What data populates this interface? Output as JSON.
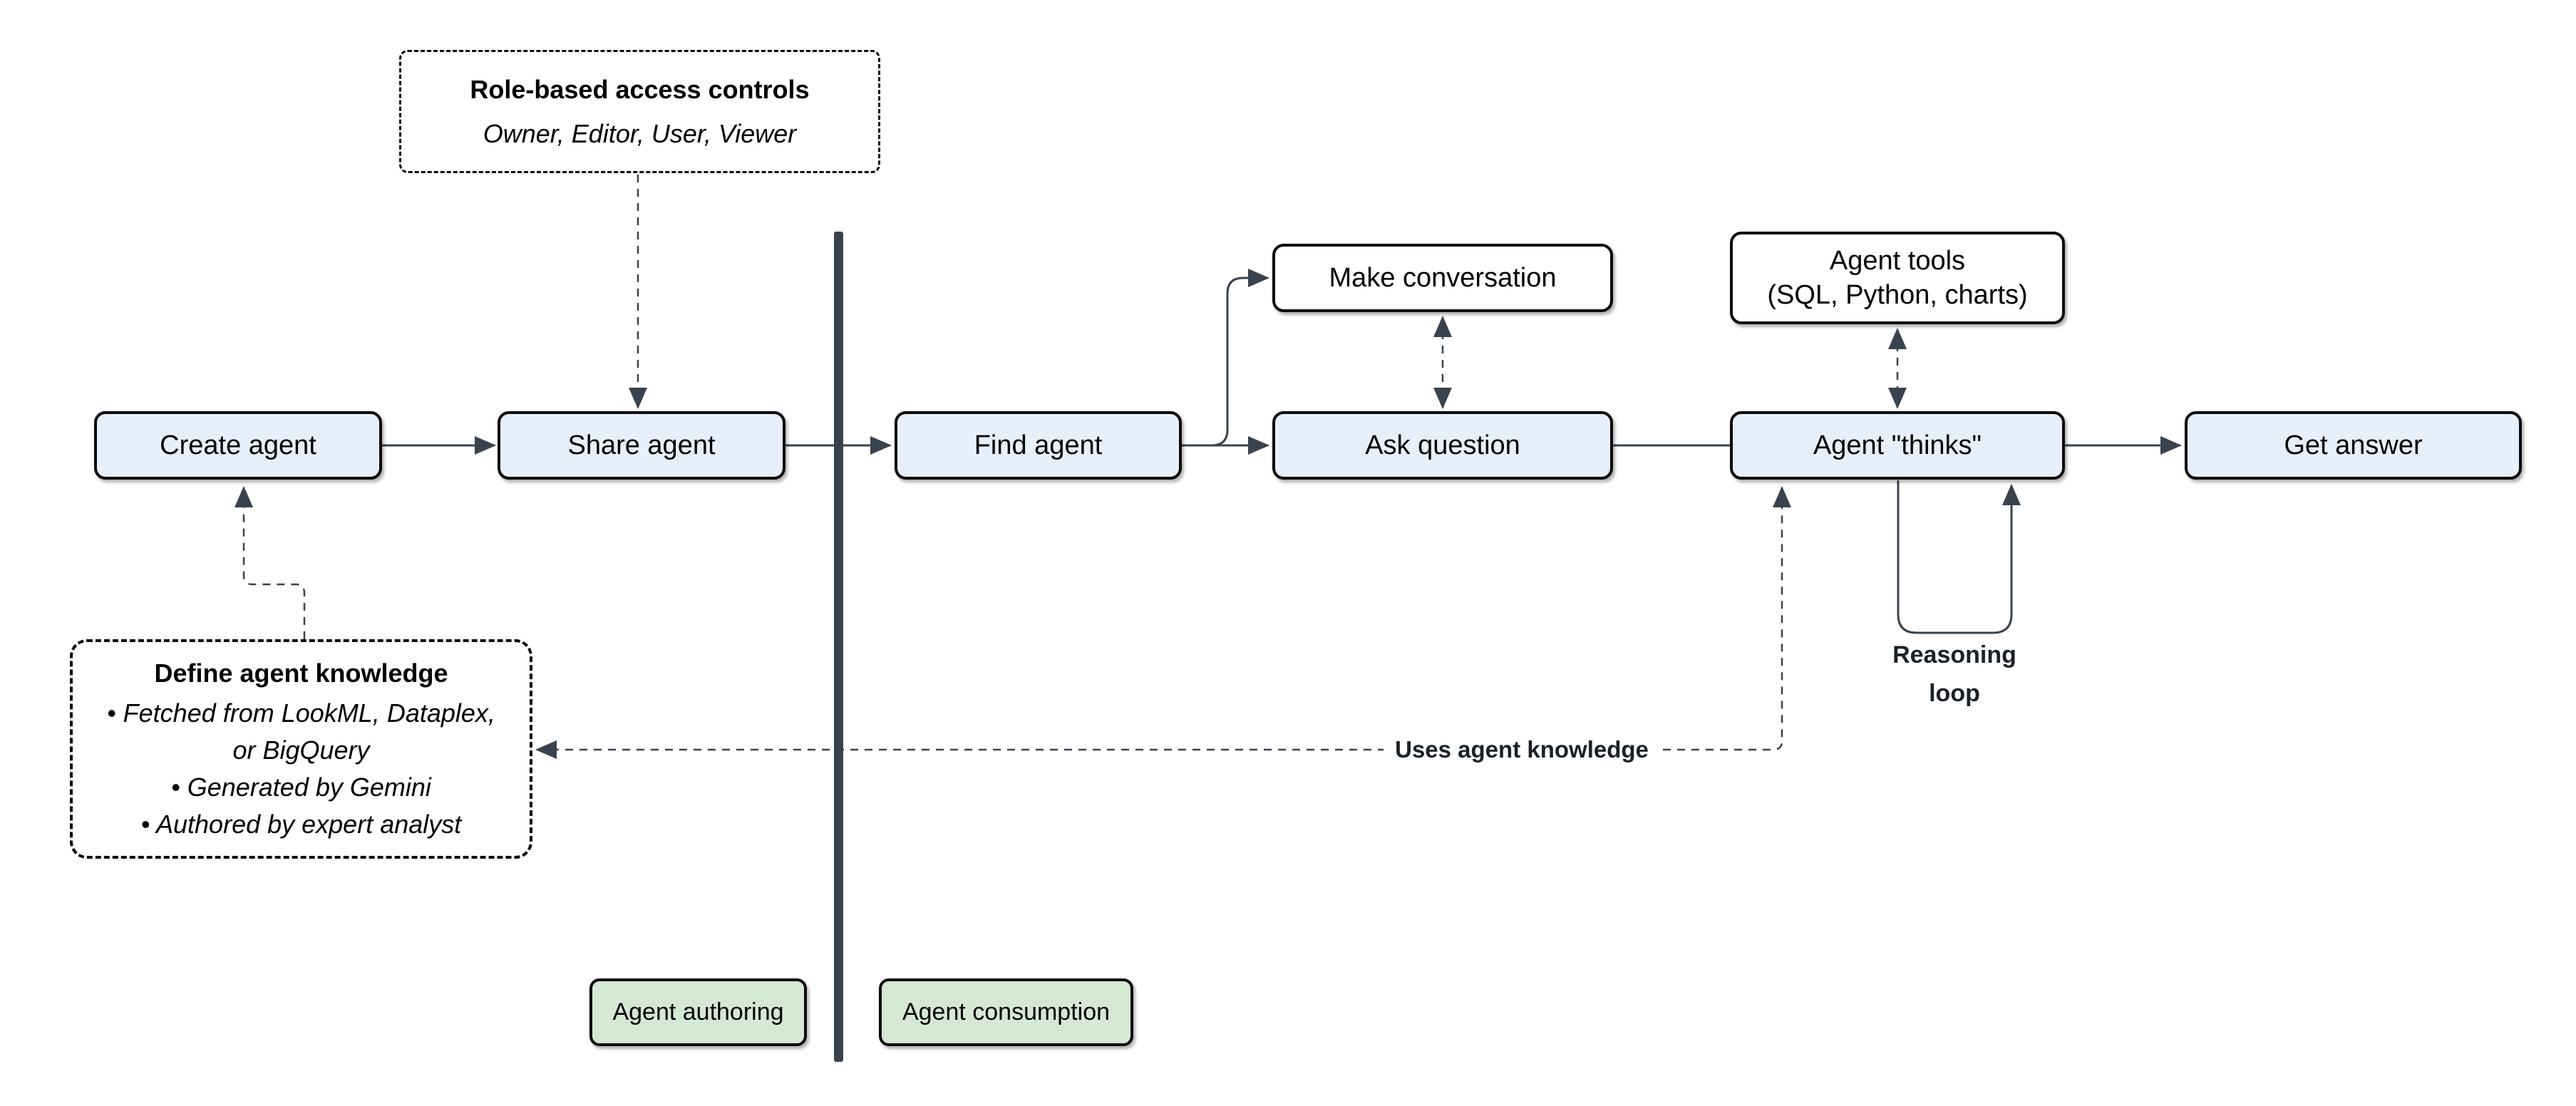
{
  "diagram": {
    "nodes": {
      "create_agent": {
        "label": "Create agent"
      },
      "share_agent": {
        "label": "Share agent"
      },
      "find_agent": {
        "label": "Find agent"
      },
      "ask_question": {
        "label": "Ask question"
      },
      "agent_thinks": {
        "label": "Agent \"thinks\""
      },
      "get_answer": {
        "label": "Get answer"
      },
      "make_conversation": {
        "label": "Make conversation"
      },
      "agent_tools": {
        "line1": "Agent tools",
        "line2": "(SQL, Python, charts)"
      }
    },
    "notes": {
      "rbac": {
        "title": "Role-based access controls",
        "subtitle": "Owner, Editor, User, Viewer"
      },
      "knowledge": {
        "title": "Define agent knowledge",
        "lines": [
          "• Fetched from LookML, Dataplex,",
          "or BigQuery",
          "• Generated by Gemini",
          "• Authored by expert analyst"
        ]
      }
    },
    "edge_labels": {
      "reasoning_line1": "Reasoning",
      "reasoning_line2": "loop",
      "uses_knowledge": "Uses agent knowledge"
    },
    "lanes": {
      "authoring": {
        "label": "Agent authoring"
      },
      "consumption": {
        "label": "Agent consumption"
      }
    },
    "colors": {
      "node_fill_blue": "#e7effb",
      "node_fill_white": "#ffffff",
      "lane_fill_green": "#d5e8d4",
      "node_border": "#0a0a0a",
      "connector": "#39434e",
      "divider": "#39424c"
    }
  }
}
